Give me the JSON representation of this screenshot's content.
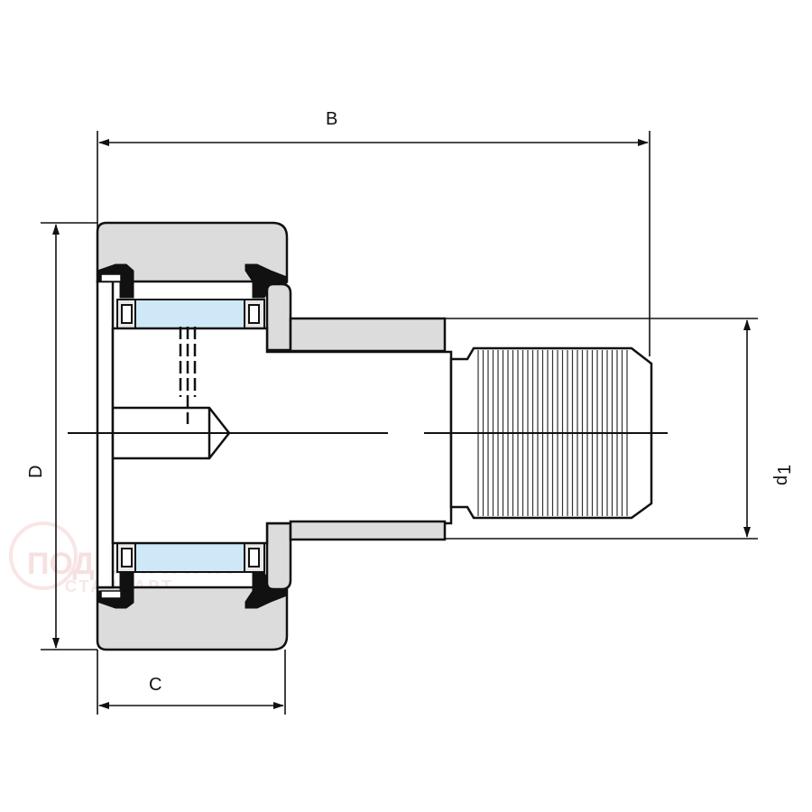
{
  "dimensions": {
    "B": "B",
    "D": "D",
    "C": "C",
    "d1": "d",
    "d1_sub": "1"
  },
  "watermark": {
    "line1": "ПОДШИПНИК",
    "line2": "СТАНДАРТ"
  },
  "colors": {
    "outer_ring": "#dcdcdc",
    "cage": "#cfe8f7",
    "seal": "#111111",
    "line": "#111111",
    "watermark": "#f2cccc"
  }
}
